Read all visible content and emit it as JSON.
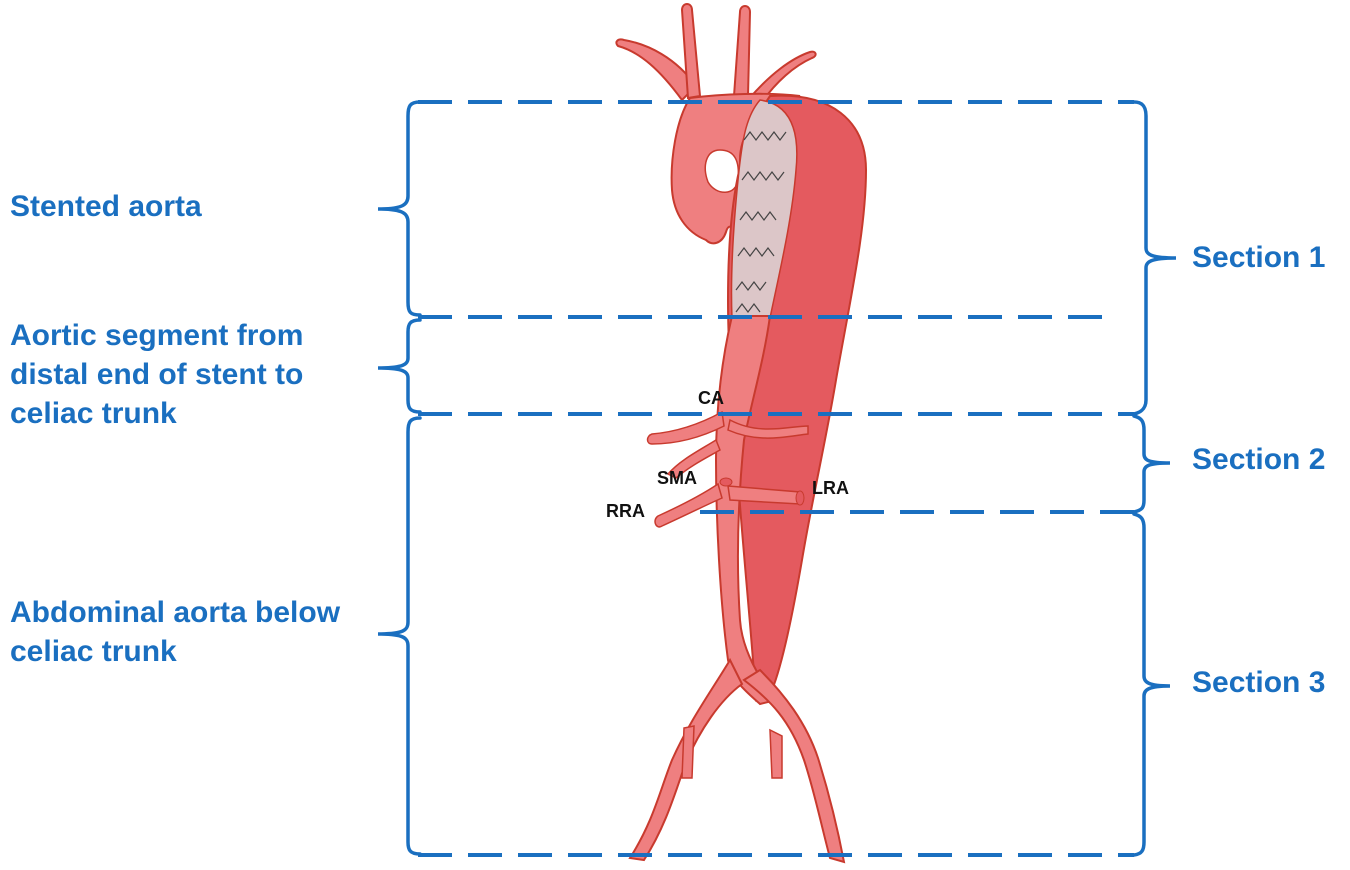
{
  "diagram": {
    "title": "Aortic sections after stent (TEVAR) – segmentation diagram",
    "left_labels": [
      {
        "id": "stented",
        "text": "Stented aorta"
      },
      {
        "id": "distal",
        "text": "Aortic segment from\ndistal end of stent to\nceliac trunk"
      },
      {
        "id": "abdominal",
        "text": "Abdominal aorta below\nceliac trunk"
      }
    ],
    "right_labels": [
      {
        "id": "section1",
        "text": "Section 1"
      },
      {
        "id": "section2",
        "text": "Section 2"
      },
      {
        "id": "section3",
        "text": "Section 3"
      }
    ],
    "artery_labels": [
      {
        "id": "ca",
        "text": "CA"
      },
      {
        "id": "sma",
        "text": "SMA"
      },
      {
        "id": "rra",
        "text": "RRA"
      },
      {
        "id": "lra",
        "text": "LRA"
      }
    ],
    "colors": {
      "accent_blue": "#1a6fc0",
      "aorta_light": "#ef7f80",
      "aorta_dark": "#e45a5f",
      "aorta_outline": "#c83a2e",
      "stent_fill": "#dcc6c8",
      "label_dark": "#111111"
    }
  }
}
